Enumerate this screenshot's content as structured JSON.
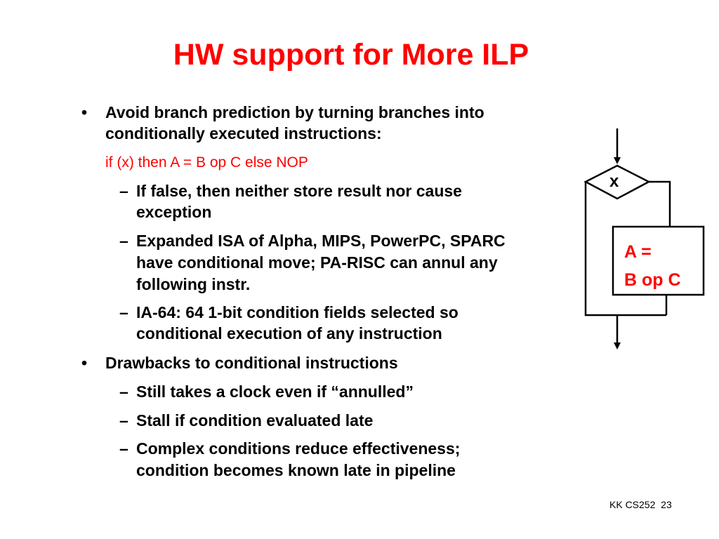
{
  "slide": {
    "title": "HW support for More ILP",
    "bullets": [
      {
        "lines": [
          "Avoid branch prediction by turning branches into",
          "conditionally executed instructions:"
        ],
        "code": "if (x) then A = B op C else NOP",
        "subitems": [
          {
            "lines": [
              "If false, then neither store result nor cause",
              "exception"
            ]
          },
          {
            "lines": [
              "Expanded ISA of Alpha, MIPS, PowerPC, SPARC",
              "have conditional move; PA-RISC can annul any",
              "following instr."
            ]
          },
          {
            "lines": [
              "IA-64: 64 1-bit condition fields selected so",
              "conditional execution of any instruction"
            ]
          }
        ]
      },
      {
        "lines": [
          "Drawbacks to conditional instructions"
        ],
        "subitems": [
          {
            "lines": [
              "Still takes a clock even if “annulled”"
            ]
          },
          {
            "lines": [
              "Stall if condition evaluated late"
            ]
          },
          {
            "lines": [
              "Complex conditions reduce effectiveness;",
              "condition becomes known late in pipeline"
            ]
          }
        ]
      }
    ],
    "bullet_symbol": "•",
    "dash_symbol": "–",
    "footer": "KK CS252  23"
  },
  "diagram": {
    "condition_label": "x",
    "box_lines": [
      "A =",
      "B op C"
    ]
  },
  "colors": {
    "title": "#ff0000",
    "code": "#ff0000",
    "box_text": "#ff0000",
    "text": "#000000"
  }
}
